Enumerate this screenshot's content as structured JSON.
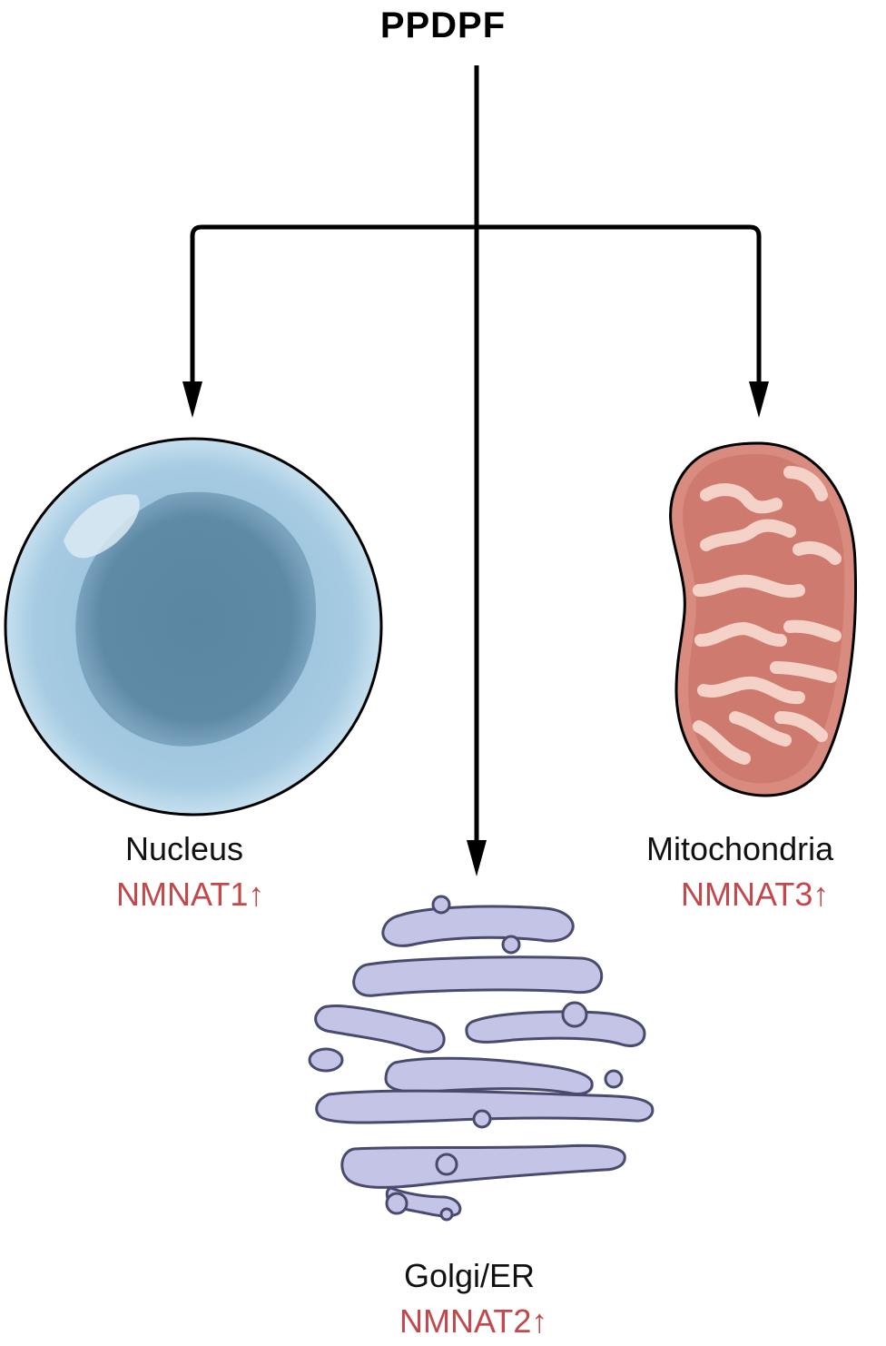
{
  "title": "PPDPF",
  "organelles": [
    {
      "name": "Nucleus",
      "enzyme": "NMNAT1",
      "arrow": "↑"
    },
    {
      "name": "Golgi/ER",
      "enzyme": "NMNAT2",
      "arrow": "↑"
    },
    {
      "name": "Mitochondria",
      "enzyme": "NMNAT3",
      "arrow": "↑"
    }
  ],
  "colors": {
    "line": "#000000",
    "nucleus_outer": "#a9cde3",
    "nucleus_inner": "#5f8aa6",
    "mito_fill": "#d98b80",
    "mito_cristae": "#f5d2c8",
    "golgi_fill": "#c4c4e6",
    "golgi_stroke": "#4a4a6e",
    "enzyme_text": "#c2484b"
  }
}
